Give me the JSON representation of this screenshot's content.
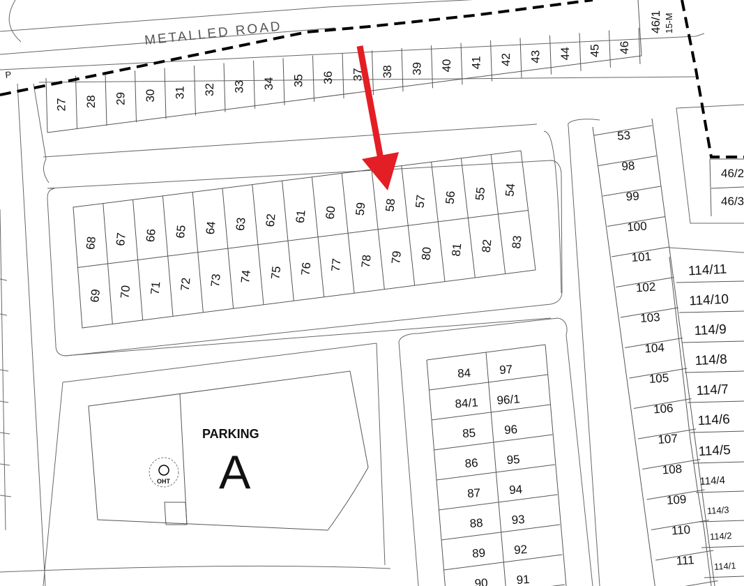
{
  "road_label": "METALLED ROAD",
  "top_row_plots": [
    "27",
    "28",
    "29",
    "30",
    "31",
    "32",
    "33",
    "34",
    "35",
    "36",
    "37",
    "38",
    "39",
    "40",
    "41",
    "42",
    "43",
    "44",
    "45",
    "46"
  ],
  "plot_46_1": {
    "number": "46/1",
    "sub": "15-M"
  },
  "block_top_row": [
    "68",
    "67",
    "66",
    "65",
    "64",
    "63",
    "62",
    "61",
    "60",
    "59",
    "58",
    "57",
    "56",
    "55",
    "54"
  ],
  "block_bottom_row": [
    "69",
    "70",
    "71",
    "72",
    "73",
    "74",
    "75",
    "76",
    "77",
    "78",
    "79",
    "80",
    "81",
    "82",
    "83"
  ],
  "center_left_column": [
    "84",
    "84/1",
    "85",
    "86",
    "87",
    "88",
    "89",
    "90"
  ],
  "center_right_column": [
    "97",
    "96/1",
    "96",
    "95",
    "94",
    "93",
    "92",
    "91"
  ],
  "right_column": [
    "53",
    "98",
    "99",
    "100",
    "101",
    "102",
    "103",
    "104",
    "105",
    "106",
    "107",
    "108",
    "109",
    "110",
    "111"
  ],
  "far_right_column": [
    "114/11",
    "114/10",
    "114/9",
    "114/8",
    "114/7",
    "114/6",
    "114/5",
    "114/4",
    "114/3",
    "114/2",
    "114/1"
  ],
  "top_right_plots": [
    "46/2",
    "46/3"
  ],
  "parking": {
    "title": "PARKING",
    "letter": "A",
    "tank_label": "OHT"
  },
  "edge_fragment": "P",
  "arrow": {
    "color": "#e31e24",
    "target_plot": "58"
  },
  "colors": {
    "lines": "#555555",
    "boundary": "#000000",
    "background": "#ffffff"
  }
}
